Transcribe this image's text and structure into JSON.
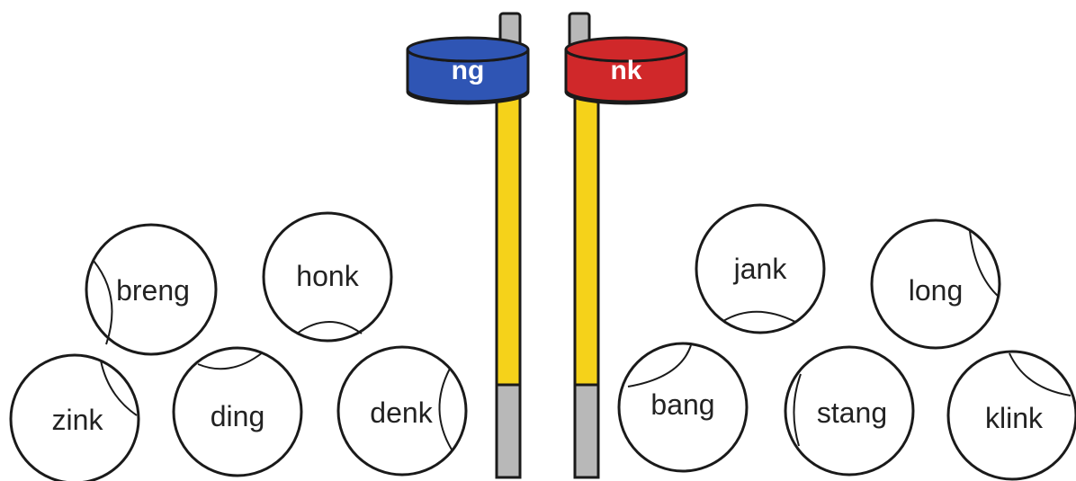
{
  "colors": {
    "ng_band": "#2f55b4",
    "nk_band": "#d0282a",
    "hoop_rim": "#f7c51c",
    "pole": "#f5d21a",
    "pole_base": "#b8b8b8",
    "outline": "#1a1a1a"
  },
  "baskets": [
    {
      "label": "ng",
      "color": "#2f55b4"
    },
    {
      "label": "nk",
      "color": "#d0282a"
    }
  ],
  "balls": [
    {
      "word": "breng",
      "seam": "left"
    },
    {
      "word": "honk",
      "seam": "bottom"
    },
    {
      "word": "zink",
      "seam": "top-right"
    },
    {
      "word": "ding",
      "seam": "top"
    },
    {
      "word": "denk",
      "seam": "right"
    },
    {
      "word": "jank",
      "seam": "bottom"
    },
    {
      "word": "long",
      "seam": "top-right"
    },
    {
      "word": "bang",
      "seam": "top-left"
    },
    {
      "word": "stang",
      "seam": "left"
    },
    {
      "word": "klink",
      "seam": "top-right"
    }
  ]
}
